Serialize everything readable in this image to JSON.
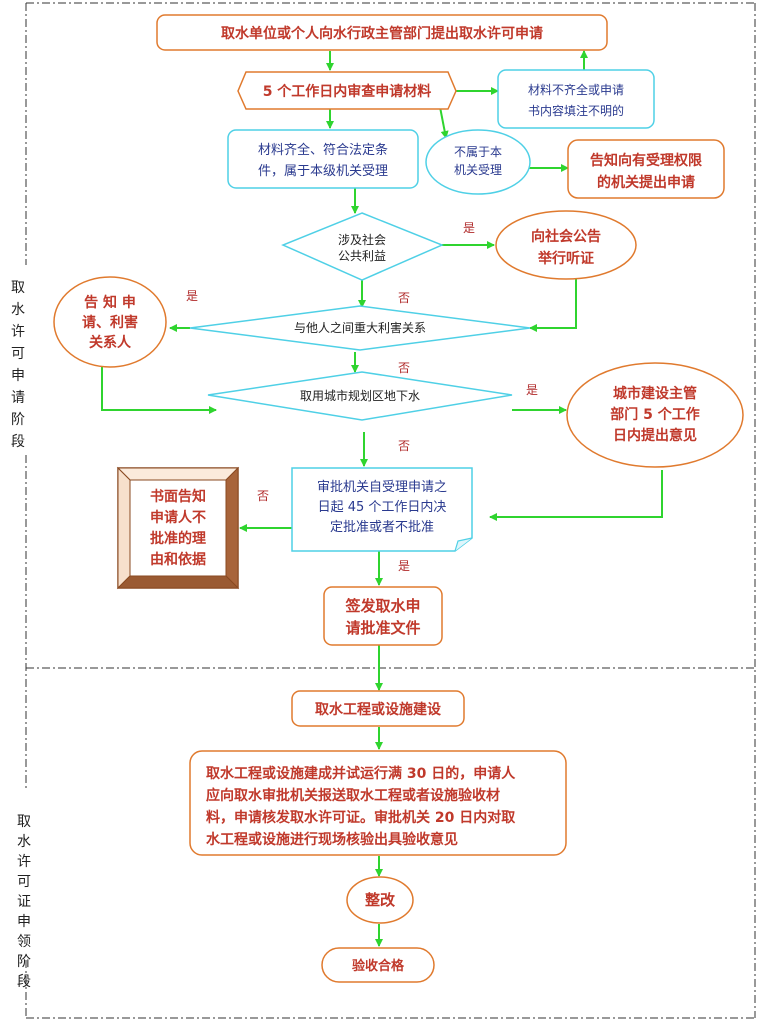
{
  "phases": {
    "phase1": [
      "取",
      "水",
      "许",
      "可",
      "申",
      "请",
      "阶",
      "段"
    ],
    "phase2": [
      "取",
      "水",
      "许",
      "可",
      "证",
      "申",
      "领",
      "阶",
      "段"
    ]
  },
  "nodes": {
    "apply": "取水单位或个人向水行政主管部门提出取水许可申请",
    "review5": "5 个工作日内审查申请材料",
    "incomplete": [
      "材料不齐全或申请",
      "书内容填注不明的"
    ],
    "complete": [
      "材料齐全、符合法定条",
      "件，属于本级机关受理"
    ],
    "notbelong": [
      "不属于本",
      "机关受理"
    ],
    "inform_authority": [
      "告知向有受理权限",
      "的机关提出申请"
    ],
    "public_interest": [
      "涉及社会",
      "公共利益"
    ],
    "announce": [
      "向社会公告",
      "举行听证"
    ],
    "interest_relation": "与他人之间重大利害关系",
    "notify_parties": [
      "告 知 申",
      "请、利害",
      "关系人"
    ],
    "groundwater": "取用城市规划区地下水",
    "city_dept": [
      "城市建设主管",
      "部门 5 个工作",
      "日内提出意见"
    ],
    "approval": [
      "审批机关自受理申请之",
      "日起 45 个工作日内决",
      "定批准或者不批准"
    ],
    "written_notice": [
      "书面告知",
      "申请人不",
      "批准的理",
      "由和依据"
    ],
    "issue_doc": [
      "签发取水申",
      "请批准文件"
    ],
    "construction": "取水工程或设施建设",
    "trial_run": [
      "取水工程或设施建成并试运行满 30 日的，申请人",
      "应向取水审批机关报送取水工程或者设施验收材",
      "料，申请核发取水许可证。审批机关 20 日内对取",
      "水工程或设施进行现场核验出具验收意见"
    ],
    "rectify": "整改",
    "accept": "验收合格"
  },
  "labels": {
    "yes": "是",
    "no": "否"
  },
  "colors": {
    "orange": "#e07a2e",
    "cyan": "#4fd0e6",
    "green": "#2fd42f",
    "red_text": "#c0392b",
    "blue_text": "#2a3a8f"
  }
}
